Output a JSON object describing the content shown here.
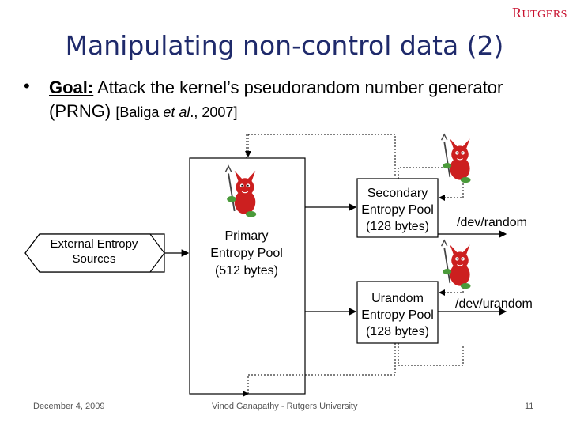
{
  "logo": {
    "text_big": "R",
    "text_rest": "UTGERS"
  },
  "slide": {
    "title": "Manipulating non-control data (2)",
    "bullet": {
      "goal_label": "Goal:",
      "text": " Attack the kernel’s pseudorandom number generator (PRNG) ",
      "citation_pre": "[Baliga ",
      "citation_em": "et al",
      "citation_post": "., 2007]"
    }
  },
  "diagram": {
    "external": [
      "External Entropy",
      "Sources"
    ],
    "primary": [
      "Primary",
      "Entropy Pool",
      "(512 bytes)"
    ],
    "secondary": [
      "Secondary",
      "Entropy Pool",
      "(128 bytes)"
    ],
    "urandom": [
      "Urandom",
      "Entropy Pool",
      "(128 bytes)"
    ],
    "out_random": "/dev/random",
    "out_urandom": "/dev/urandom",
    "devil_color": "#cc1f1f"
  },
  "footer": {
    "date": "December 4, 2009",
    "author": "Vinod Ganapathy - Rutgers University",
    "page": "11"
  }
}
